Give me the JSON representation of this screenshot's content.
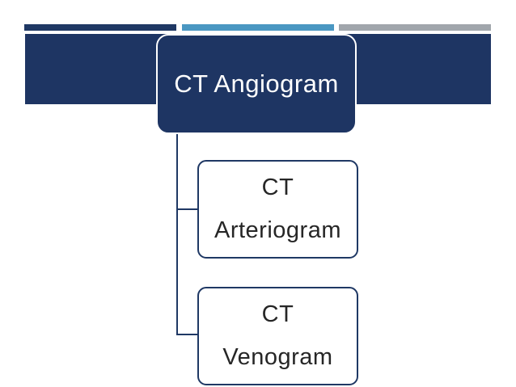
{
  "slide": {
    "background": "#FFFFFF"
  },
  "colors": {
    "accent_navy": "#1F3864",
    "accent_blue": "#4A97C2",
    "accent_gray": "#A1A6AC",
    "banner": "#1E3563",
    "root_fill": "#1E3563",
    "root_text": "#FFFFFF",
    "root_outline": "#FFFFFF",
    "child_fill": "#FFFFFF",
    "child_border": "#1F3864",
    "child_text": "#262626",
    "connector": "#1F3864"
  },
  "diagram": {
    "type": "hierarchy",
    "root": {
      "label": "CT Angiogram"
    },
    "children": [
      {
        "label": "CT\nArteriogram"
      },
      {
        "label": "CT\nVenogram"
      }
    ]
  }
}
